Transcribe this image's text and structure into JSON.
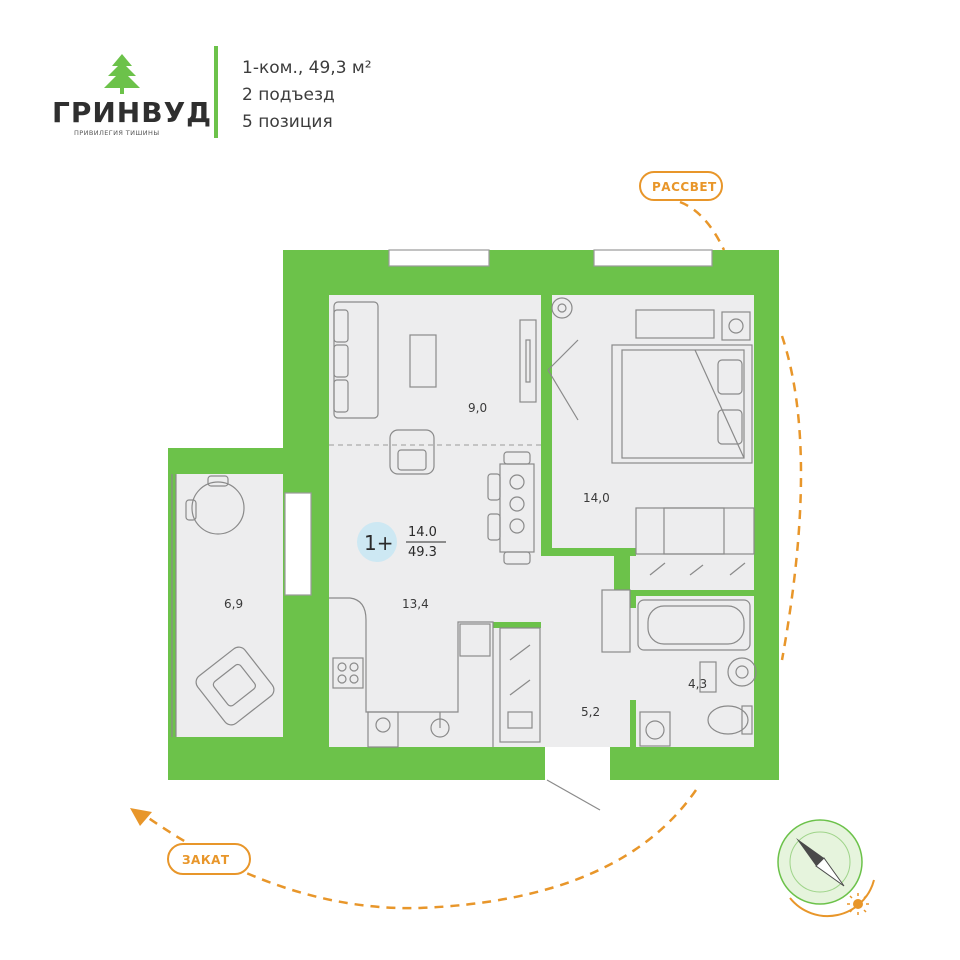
{
  "brand": {
    "name": "ГРИНВУД",
    "tagline": "ПРИВИЛЕГИЯ ТИШИНЫ"
  },
  "info": {
    "line1": "1-ком., 49,3 м²",
    "line2": "2 подъезд",
    "line3": "5 позиция"
  },
  "rooms": {
    "living": "9,0",
    "bedroom": "14,0",
    "balcony": "6,9",
    "kitchen": "13,4",
    "hall": "5,2",
    "bathroom": "4,3"
  },
  "badge": {
    "type": "1+",
    "living_area": "14.0",
    "total_area": "49.3"
  },
  "sun": {
    "sunrise": "РАССВЕТ",
    "sunset": "ЗАКАТ"
  },
  "colors": {
    "wall": "#6cc24a",
    "floor": "#ededee",
    "sun": "#e8962a",
    "badge": "#cde8f3",
    "furniture": "#8a8a8a"
  },
  "icons": [
    "tree-logo-icon",
    "compass-icon",
    "sun-icon"
  ]
}
